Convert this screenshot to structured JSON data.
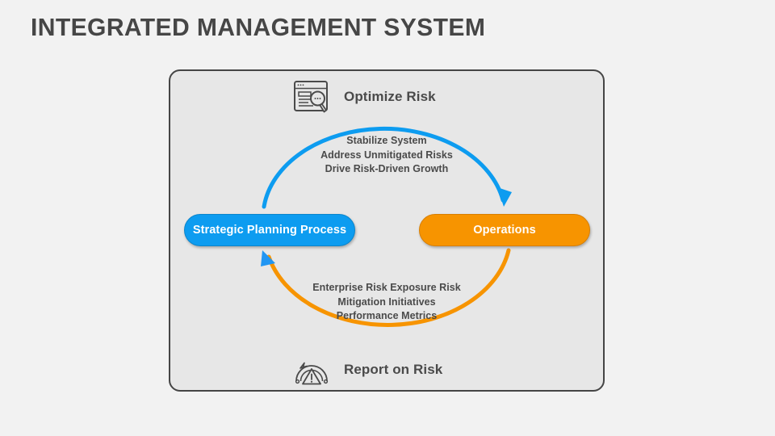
{
  "slide": {
    "title": "INTEGRATED MANAGEMENT SYSTEM",
    "background_color": "#f2f2f2",
    "panel_fill": "#e7e7e7",
    "panel_border": "#454545"
  },
  "colors": {
    "blue": "#0d9cf0",
    "blue_dark": "#0a85cc",
    "orange": "#f79400",
    "orange_dark": "#d87f00",
    "text_gray": "#4a4a4a",
    "title_gray": "#464646"
  },
  "sections": {
    "top": {
      "label": "Optimize Risk",
      "icon": "document-search-icon"
    },
    "bottom": {
      "label": "Report on Risk",
      "icon": "risk-gauge-icon"
    }
  },
  "nodes": [
    {
      "id": "strategic-planning-process",
      "label": "Strategic Planning Process",
      "color": "#0d9cf0"
    },
    {
      "id": "operations",
      "label": "Operations",
      "color": "#f79400"
    }
  ],
  "captions": {
    "top": {
      "lines": [
        "Stabilize System",
        "Address Unmitigated Risks",
        "Drive Risk-Driven Growth"
      ]
    },
    "bottom": {
      "lines": [
        "Enterprise Risk Exposure Risk",
        "Mitigation Initiatives",
        "Performance Metrics"
      ]
    }
  },
  "arrows": [
    {
      "id": "top-arc",
      "from": "strategic-planning-process",
      "to": "operations",
      "color": "#0d9cf0",
      "direction": "clockwise"
    },
    {
      "id": "bottom-arc",
      "from": "operations",
      "to": "strategic-planning-process",
      "color": "#f79400",
      "arrowhead_color": "#2196f3",
      "direction": "clockwise"
    }
  ]
}
